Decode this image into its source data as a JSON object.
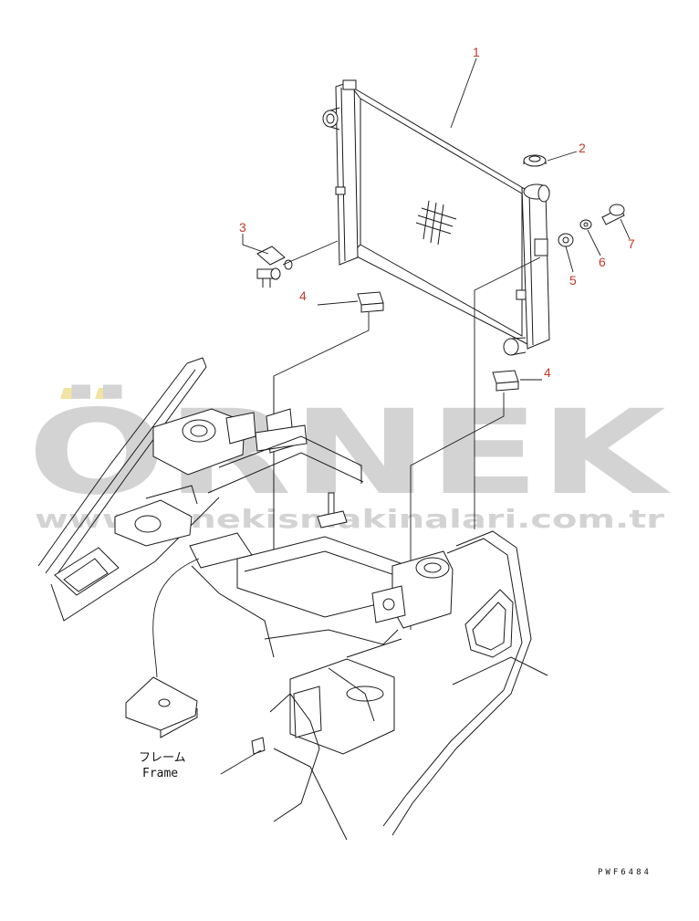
{
  "callouts": [
    {
      "id": "1",
      "label": "1"
    },
    {
      "id": "2",
      "label": "2"
    },
    {
      "id": "3",
      "label": "3"
    },
    {
      "id": "4a",
      "label": "4"
    },
    {
      "id": "4b",
      "label": "4"
    },
    {
      "id": "5",
      "label": "5"
    },
    {
      "id": "6",
      "label": "6"
    },
    {
      "id": "7",
      "label": "7"
    }
  ],
  "frame_label": {
    "jp": "フレーム",
    "en": "Frame"
  },
  "drawing_code": "PWF6484",
  "watermark": {
    "brand": "ÖRNEK",
    "url": "www.ornekismakinalari.com.tr",
    "color": "#d3d3d3",
    "accent": "#f2e3a3"
  }
}
